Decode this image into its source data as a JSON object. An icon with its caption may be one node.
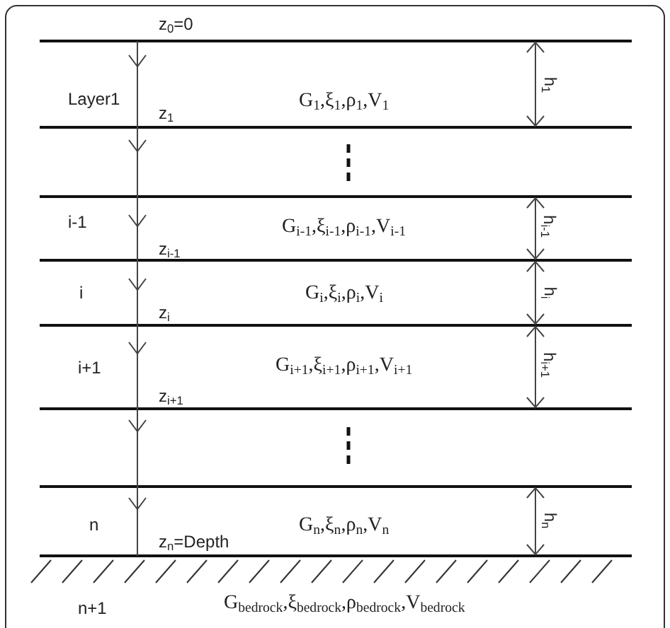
{
  "diagram": {
    "labels": [
      "z$_{0}$=0",
      "Layer1",
      "G$_{1}$,ξ$_{1}$,ρ$_{1}$,V$_{1}$",
      "h$_{1}$",
      "z$_{1}$",
      "i-1",
      "G$_{i-1}$,ξ$_{i-1}$,ρ$_{i-1}$,V$_{i-1}$",
      "h$_{i-1}$",
      "z$_{i-1}$",
      "i",
      "G$_{i}$,ξ$_{i}$,ρ$_{i}$,V$_{i}$",
      "h$_{i}$",
      "z$_{i}$",
      "i+1",
      "G$_{i+1}$,ξ$_{i+1}$,ρ$_{i+1}$,V$_{i+1}$",
      "h$_{i+1}$",
      "z$_{i+1}$",
      "n",
      "G$_{n}$,ξ$_{n}$,ρ$_{n}$,V$_{n}$",
      "h$_{n}$",
      "z$_{n}$=Depth",
      "n+1",
      "G$_{bedrock}$,ξ$_{bedrock}$,ρ$_{bedrock}$,V$_{bedrock}$"
    ]
  }
}
